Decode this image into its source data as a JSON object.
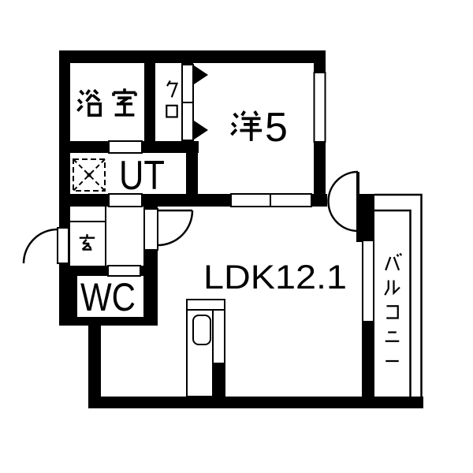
{
  "floorplan": {
    "colors": {
      "wall": "#000000",
      "background": "#ffffff",
      "line": "#000000"
    },
    "rooms": [
      {
        "id": "bathroom",
        "label": "浴室"
      },
      {
        "id": "closet",
        "label": "クロ",
        "orientation": "vertical"
      },
      {
        "id": "western_room",
        "label": "洋5",
        "kanji": "洋",
        "size": "5"
      },
      {
        "id": "utility",
        "label": "UT"
      },
      {
        "id": "entrance",
        "label": "玄"
      },
      {
        "id": "toilet",
        "label": "WC"
      },
      {
        "id": "living_dining_kitchen",
        "label": "LDK12.1"
      },
      {
        "id": "balcony",
        "label": "バルコニー",
        "orientation": "vertical"
      }
    ],
    "symbols": {
      "washer_pan_icon": "dashed-square-with-x",
      "kitchen_sink_icon": "rounded-rect",
      "door_icon": "quarter-circle-arc",
      "double_swing_door_icon": "half-circle-arc",
      "folding_door_icon": "right-triangles"
    }
  }
}
